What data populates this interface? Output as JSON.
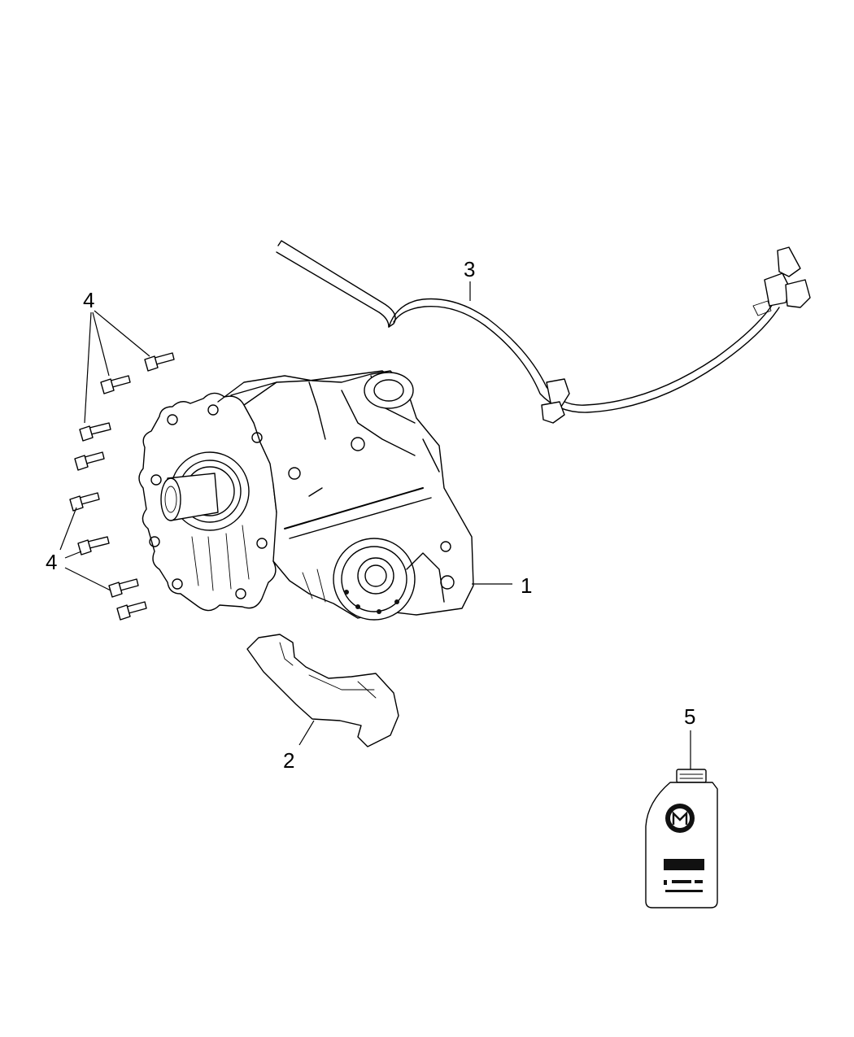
{
  "diagram": {
    "callouts": {
      "part1": "1",
      "part2": "2",
      "part3": "3",
      "part4_upper": "4",
      "part4_lower": "4",
      "part5": "5"
    }
  }
}
